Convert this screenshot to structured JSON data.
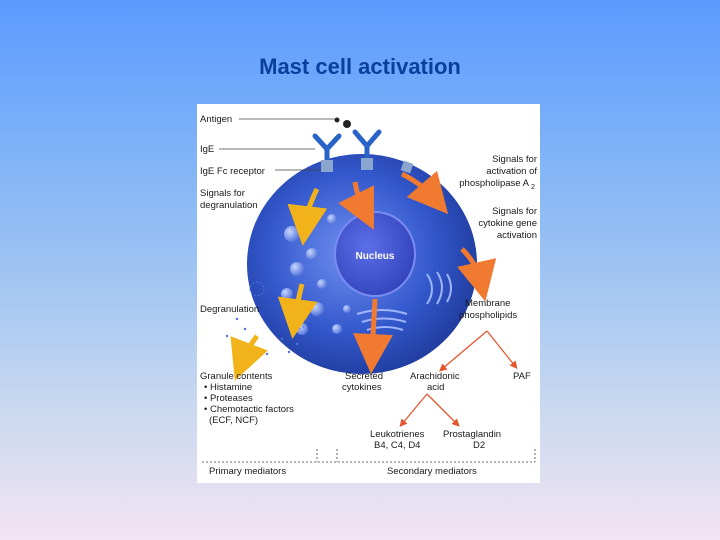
{
  "slide": {
    "title": "Mast cell activation"
  },
  "figure": {
    "labels": {
      "antigen": "Antigen",
      "ige": "IgE",
      "ige_fc_receptor": "IgE Fc receptor",
      "signals_degranulation_1": "Signals for",
      "signals_degranulation_2": "degranulation",
      "signals_pla2_1": "Signals for",
      "signals_pla2_2": "activation of",
      "signals_pla2_3": "phospholipase A",
      "signals_pla2_sub": "2",
      "signals_cytokine_1": "Signals for",
      "signals_cytokine_2": "cytokine gene",
      "signals_cytokine_3": "activation",
      "nucleus": "Nucleus",
      "degranulation": "Degranulation",
      "membrane_1": "Membrane",
      "membrane_2": "phospholipids",
      "granule_1": "Granule contents",
      "granule_2": "• Histamine",
      "granule_3": "• Proteases",
      "granule_4": "• Chemotactic factors",
      "granule_5": "(ECF, NCF)",
      "secreted_1": "Secreted",
      "secreted_2": "cytokines",
      "arachidonic_1": "Arachidonic",
      "arachidonic_2": "acid",
      "paf": "PAF",
      "leukotrienes_1": "Leukotrienes",
      "leukotrienes_2": "B4, C4, D4",
      "prostaglandin_1": "Prostaglandin",
      "prostaglandin_2": "D2",
      "primary": "Primary mediators",
      "secondary": "Secondary mediators"
    },
    "colors": {
      "cell_blue": "#2f5fd0",
      "receptor_blue": "#2a63c8",
      "orange_arrow": "#f07a30",
      "yellow_arrow": "#f2b21a"
    }
  }
}
